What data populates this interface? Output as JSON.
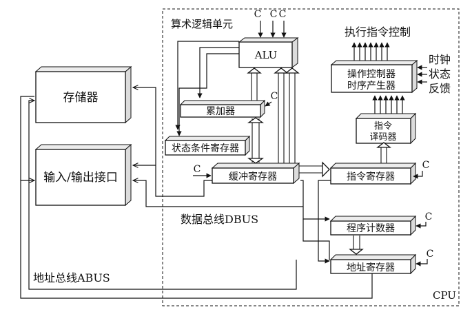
{
  "cpu_label": "CPU",
  "alu_group_label": "算术逻辑单元",
  "exec_control_label": "执行指令控制",
  "clock_status_feedback": [
    "时钟",
    "状态",
    "反馈"
  ],
  "units": {
    "memory": "存储器",
    "io": "输入/输出接口",
    "alu": "ALU",
    "accumulator": "累加器",
    "status_register": "状态条件寄存器",
    "buffer_register": "缓冲寄存器",
    "instruction_register": "指令寄存器",
    "operation_controller": [
      "操作控制器",
      "时序产生器"
    ],
    "instruction_decoder": [
      "指令",
      "译码器"
    ],
    "program_counter": "程序计数器",
    "address_register": "地址寄存器"
  },
  "control_signal": "C",
  "bus_labels": {
    "data_bus": "数据总线DBUS",
    "address_bus": "地址总线ABUS"
  }
}
